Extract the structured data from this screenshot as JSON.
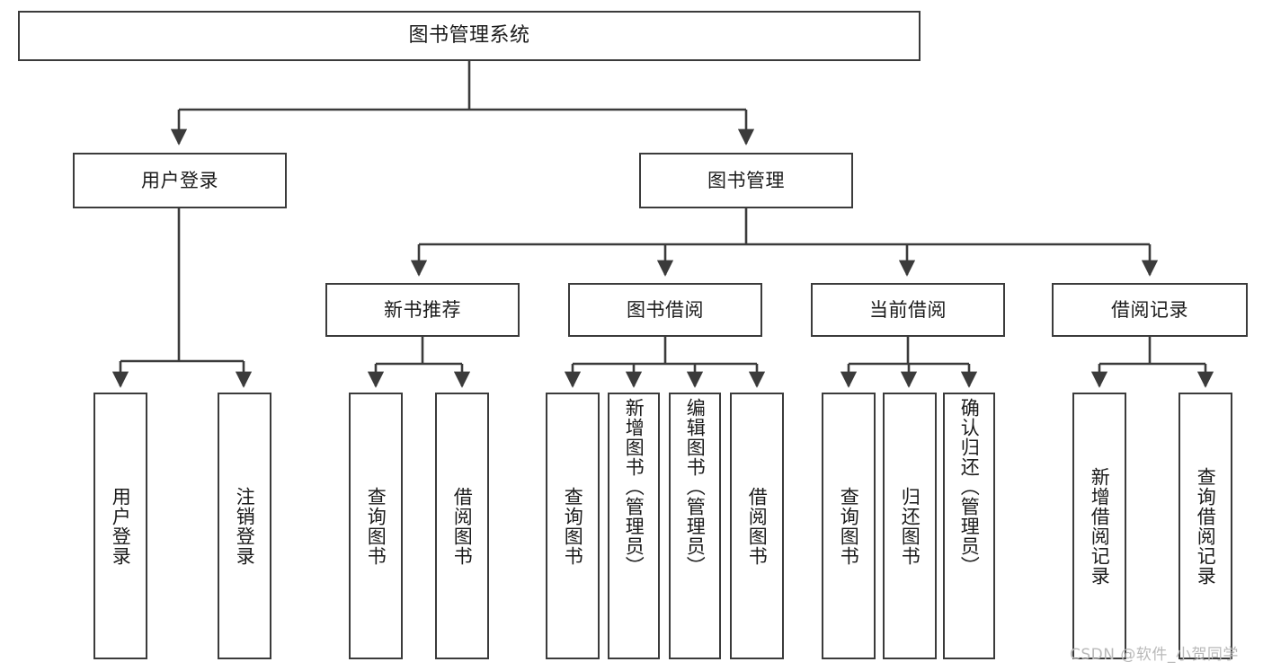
{
  "diagram": {
    "title": "图书管理系统",
    "type": "tree",
    "watermark": "CSDN @软件_小贺同学",
    "line_color": "#3b3b3b",
    "box_fill": "#ffffff",
    "text_color": "#1b1b1b"
  },
  "nodes": {
    "root": {
      "label": "图书管理系统"
    },
    "level2": [
      {
        "label": "用户登录"
      },
      {
        "label": "图书管理"
      }
    ],
    "level3": [
      {
        "label": "新书推荐"
      },
      {
        "label": "图书借阅"
      },
      {
        "label": "当前借阅"
      },
      {
        "label": "借阅记录"
      }
    ],
    "leaves": {
      "user_login": [
        {
          "label": "用户登录"
        },
        {
          "label": "注销登录"
        }
      ],
      "new_book_recommend": [
        {
          "label": "查询图书"
        },
        {
          "label": "借阅图书"
        }
      ],
      "book_borrow": [
        {
          "label": "查询图书"
        },
        {
          "label": "新增图书（管理员）"
        },
        {
          "label": "编辑图书（管理员）"
        },
        {
          "label": "借阅图书"
        }
      ],
      "current_borrow": [
        {
          "label": "查询图书"
        },
        {
          "label": "归还图书"
        },
        {
          "label": "确认归还（管理员）"
        }
      ],
      "borrow_record": [
        {
          "label": "新增借阅记录"
        },
        {
          "label": "查询借阅记录"
        }
      ]
    }
  }
}
